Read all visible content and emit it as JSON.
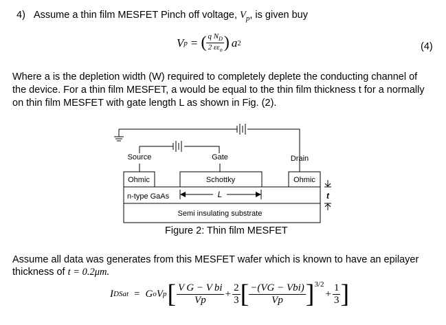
{
  "question": {
    "number": "4)",
    "intro_text": "Assume a thin film MESFET Pinch off voltage, ",
    "intro_symbol": "V",
    "intro_sub": "p",
    "intro_tail": ", is given buy"
  },
  "equation1": {
    "lhs": "V",
    "lhs_sub": "p",
    "equals": "=",
    "num": "q N",
    "num_sub": "D",
    "den": "2 εε",
    "den_sub": "o",
    "factor": "a",
    "power": "2",
    "label": "(4)"
  },
  "paragraph": [
    "Where a is the depletion width (W) required to completely deplete the conducting channel of",
    "the device.  For a thin film MESFET, a would be equal to the thin film thickness t for a normally",
    "on thin film MESFET with gate length L as shown in Fig. (2)."
  ],
  "figure": {
    "labels": {
      "source": "Source",
      "gate": "Gate",
      "drain": "Drain",
      "ohmic_left": "Ohmic",
      "schottky": "Schottky",
      "ohmic_right": "Ohmic",
      "ntype": "n-type GaAs",
      "length": "L",
      "thickness": "t",
      "substrate": "Semi insulating substrate"
    },
    "caption": "Figure 2:  Thin film MESFET"
  },
  "assume": {
    "line1": "Assume all data was generates from this MESFET wafer which is known to have an  epilayer",
    "line2_text": "thickness of ",
    "line2_math": "t = 0.2μm."
  },
  "equation2": {
    "lhs": "I",
    "lhs_sub": "DSat",
    "equals": "=",
    "g": "G",
    "g_sub": "o",
    "v": "V",
    "v_sub": "p",
    "t1_num": "V G − V bi",
    "t1_den": "Vp",
    "plus1": "+",
    "c2_num": "2",
    "c2_den": "3",
    "t2_num": "−(VG − Vbi)",
    "t2_den": "Vp",
    "exp": "3/2",
    "plus2": "+",
    "c3_num": "1",
    "c3_den": "3"
  }
}
